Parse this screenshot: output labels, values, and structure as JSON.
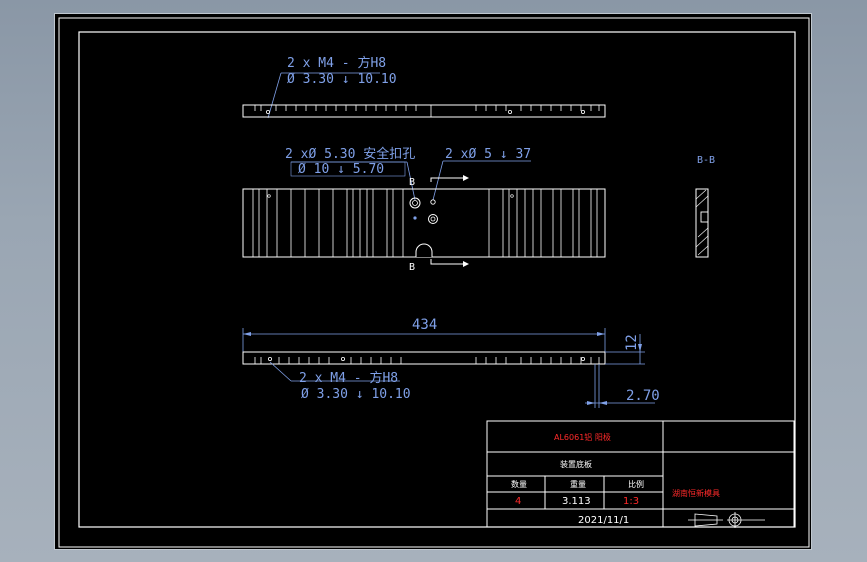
{
  "colors": {
    "line": "#ffffff",
    "dim": "#7fa0e8",
    "accent": "#ff2a2a",
    "background": "#000000"
  },
  "views": {
    "top": {
      "hole_note_line1": "2 x  M4 - 方H8",
      "hole_note_line2": "Ø  3.30 ↓ 10.10"
    },
    "front": {
      "note_left_line1": "2 xØ  5.30 安全扣孔",
      "note_left_line2": "Ø  10 ↓ 5.70",
      "note_right": "2  xØ  5 ↓ 37",
      "section_mark_top": "B",
      "section_mark_bottom": "B"
    },
    "bottom": {
      "length_dim": "434",
      "height_dim": "12",
      "offset_dim": "2.70",
      "hole_note_line1": "2  x    M4 - 方H8",
      "hole_note_line2": "Ø  3.30 ↓ 10.10"
    },
    "section": {
      "label": "B-B"
    }
  },
  "title_block": {
    "material": "AL6061铝  阳极",
    "part_name": "装置底板",
    "col_qty": "数量",
    "col_weight": "重量",
    "col_scale": "比例",
    "qty_value": "4",
    "weight_value": "3.113",
    "scale_value": "1:3",
    "company": "湖南恒新模具",
    "date": "2021/11/1",
    "projection_symbol": "third-angle-projection-icon"
  }
}
